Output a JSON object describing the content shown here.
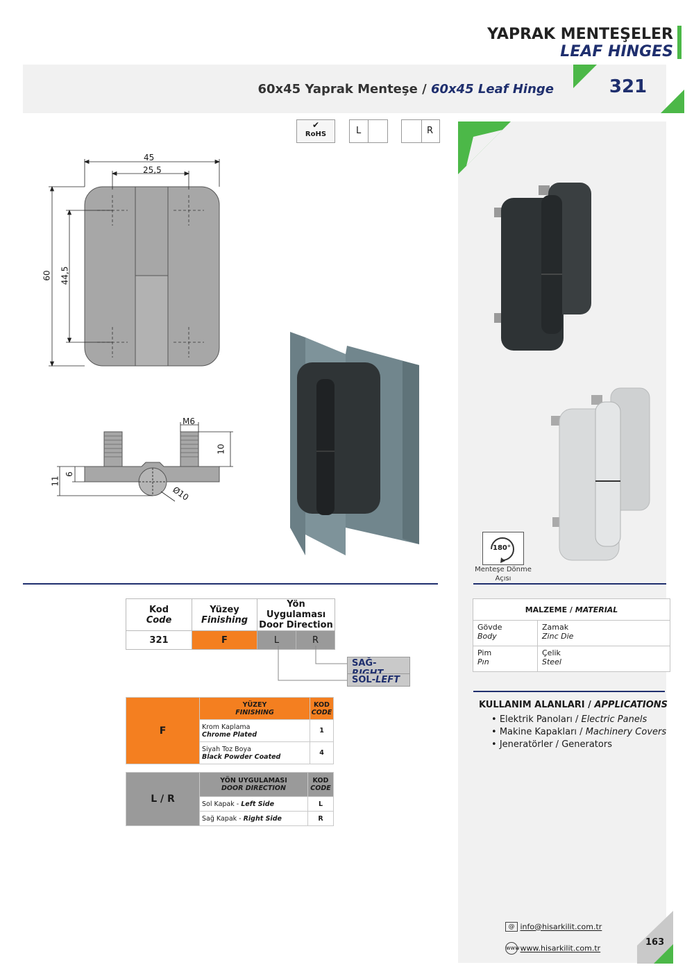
{
  "header": {
    "title_tr": "YAPRAK MENTEŞELER",
    "title_en": "LEAF HINGES",
    "product_tr": "60x45 Yaprak Menteşe",
    "separator": "/",
    "product_en": "60x45 Leaf Hinge",
    "code": "321"
  },
  "badges": {
    "rohs": "RoHS",
    "left": "L",
    "right": "R"
  },
  "drawing": {
    "dim_45": "45",
    "dim_25_5": "25,5",
    "dim_60": "60",
    "dim_44_5": "44,5",
    "dim_m6": "M6",
    "dim_10": "10",
    "dim_11": "11",
    "dim_6": "6",
    "dim_d10": "Ø10"
  },
  "rotation": {
    "angle": "180°",
    "label_line1": "Menteşe Dönme",
    "label_line2": "Açısı"
  },
  "code_table": {
    "headers": [
      {
        "tr": "Kod",
        "en": "Code"
      },
      {
        "tr": "Yüzey",
        "en": "Finishing"
      },
      {
        "tr": "Yön Uygulaması",
        "en": "Door Direction"
      }
    ],
    "row": {
      "code": "321",
      "finishing": "F",
      "left": "L",
      "right": "R"
    },
    "right_tag_tr": "SAĞ-",
    "right_tag_en": "RIGHT",
    "left_tag_tr": "SOL-",
    "left_tag_en": "LEFT"
  },
  "finishing_table": {
    "key": "F",
    "header_tr": "YÜZEY",
    "header_en": "FINISHING",
    "kod_tr": "KOD",
    "kod_en": "CODE",
    "rows": [
      {
        "tr": "Krom Kaplama",
        "en": "Chrome Plated",
        "code": "1"
      },
      {
        "tr": "Siyah Toz Boya",
        "en": "Black Powder Coated",
        "code": "4"
      }
    ]
  },
  "direction_table": {
    "key": "L / R",
    "header_tr": "YÖN UYGULAMASI",
    "header_en": "DOOR DIRECTION",
    "kod_tr": "KOD",
    "kod_en": "CODE",
    "rows": [
      {
        "tr": "Sol Kapak - ",
        "en": "Left Side",
        "code": "L"
      },
      {
        "tr": "Sağ Kapak - ",
        "en": "Right Side",
        "code": "R"
      }
    ]
  },
  "material": {
    "header_tr": "MALZEME / ",
    "header_en": "MATERIAL",
    "rows": [
      {
        "label_tr": "Gövde",
        "label_en": "Body",
        "value_tr": "Zamak",
        "value_en": "Zinc Die"
      },
      {
        "label_tr": "Pim",
        "label_en": "Pın",
        "value_tr": "Çelik",
        "value_en": "Steel"
      }
    ]
  },
  "applications": {
    "title_tr": "KULLANIM ALANLARI / ",
    "title_en": "APPLICATIONS",
    "items": [
      {
        "tr": "Elektrik Panoları / ",
        "en": "Electric Panels"
      },
      {
        "tr": "Makine Kapakları / ",
        "en": "Machinery Covers"
      },
      {
        "tr": "Jeneratörler / Generators",
        "en": ""
      }
    ]
  },
  "footer": {
    "email": "info@hisarkilit.com.tr",
    "website": "www.hisarkilit.com.tr",
    "page_number": "163"
  },
  "colors": {
    "navy": "#1f2f6e",
    "green": "#4cb848",
    "orange": "#f47f20",
    "gray": "#9a9a9a"
  }
}
